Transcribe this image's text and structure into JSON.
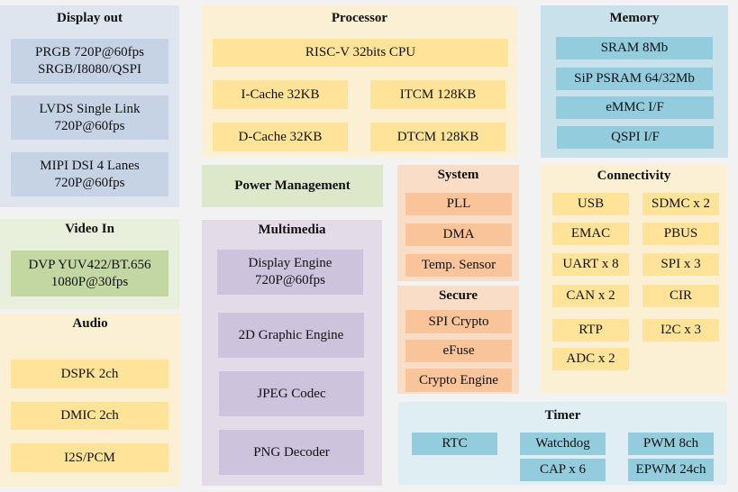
{
  "display_out": {
    "title": "Display out",
    "items": [
      "PRGB 720P@60fps\nSRGB/I8080/QSPI",
      "LVDS Single Link\n720P@60fps",
      "MIPI DSI 4 Lanes\n720P@60fps"
    ]
  },
  "video_in": {
    "title": "Video In",
    "items": [
      "DVP YUV422/BT.656\n1080P@30fps"
    ]
  },
  "audio": {
    "title": "Audio",
    "items": [
      "DSPK 2ch",
      "DMIC 2ch",
      "I2S/PCM"
    ]
  },
  "processor": {
    "title": "Processor",
    "cpu": "RISC-V 32bits CPU",
    "items": [
      "I-Cache 32KB",
      "ITCM 128KB",
      "D-Cache 32KB",
      "DTCM 128KB"
    ]
  },
  "power_management": {
    "title": "Power Management"
  },
  "multimedia": {
    "title": "Multimedia",
    "items": [
      "Display Engine\n720P@60fps",
      "2D Graphic Engine",
      "JPEG Codec",
      "PNG Decoder"
    ]
  },
  "system": {
    "title": "System",
    "items": [
      "PLL",
      "DMA",
      "Temp. Sensor"
    ]
  },
  "secure": {
    "title": "Secure",
    "items": [
      "SPI Crypto",
      "eFuse",
      "Crypto Engine"
    ]
  },
  "memory": {
    "title": "Memory",
    "items": [
      "SRAM 8Mb",
      "SiP PSRAM 64/32Mb",
      "eMMC I/F",
      "QSPI  I/F"
    ]
  },
  "connectivity": {
    "title": "Connectivity",
    "items": [
      "USB",
      "SDMC x 2",
      "EMAC",
      "PBUS",
      "UART x 8",
      "SPI x 3",
      "CAN x 2",
      "CIR",
      "RTP",
      "I2C x 3",
      "ADC x 2"
    ]
  },
  "timer": {
    "title": "Timer",
    "items": [
      "RTC",
      "Watchdog",
      "PWM 8ch",
      "CAP x 6",
      "EPWM 24ch"
    ]
  },
  "colors": {
    "background": "#f2f2f2",
    "blue_group": "#dfe5ef",
    "blue_block": "#c6d3e5",
    "green_group": "#e8efdd",
    "green_block": "#c3d7a3",
    "yellow_group": "#fcf0d4",
    "yellow_block": "#ffe399",
    "purple_group": "#e3dce8",
    "purple_block": "#cdc3dc",
    "orange_group": "#f9ddc7",
    "orange_block": "#fac49b",
    "cyan_group": "#c8e1ea",
    "cyan_block": "#93cddd"
  }
}
